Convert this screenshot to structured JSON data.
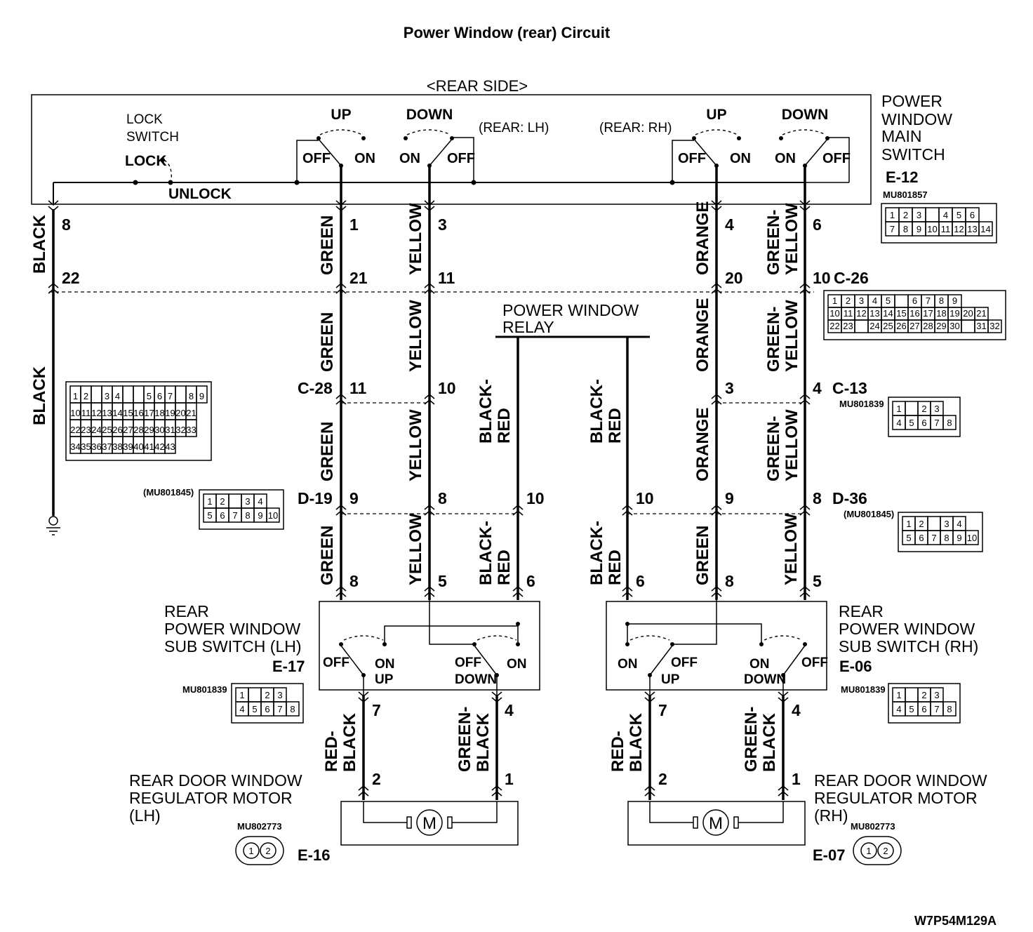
{
  "title": "Power Window (rear) Circuit",
  "doc_code": "W7P54M129A",
  "main_switch": {
    "side_label": "<REAR SIDE>",
    "name_lines": [
      "POWER",
      "WINDOW",
      "MAIN",
      "SWITCH"
    ],
    "connector": "E-12",
    "part_no": "MU801857",
    "lock_switch_lines": [
      "LOCK",
      "SWITCH"
    ],
    "lock": "LOCK",
    "unlock": "UNLOCK",
    "rear_lh": "(REAR: LH)",
    "rear_rh": "(REAR: RH)",
    "up": "UP",
    "down": "DOWN",
    "off": "OFF",
    "on": "ON",
    "pins": [
      "8",
      "1",
      "3",
      "4",
      "6"
    ]
  },
  "connectors": {
    "c26": {
      "id": "C-26",
      "pins": [
        "22",
        "21",
        "11",
        "20",
        "10"
      ]
    },
    "c28": {
      "id": "C-28",
      "pins": [
        "11",
        "10"
      ]
    },
    "c13": {
      "id": "C-13",
      "pins": [
        "3",
        "4"
      ],
      "part_no": "MU801839"
    },
    "d19": {
      "id": "D-19",
      "pins": [
        "9",
        "8"
      ],
      "part_no": "(MU801845)"
    },
    "d36": {
      "id": "D-36",
      "pins": [
        "10",
        "10",
        "9",
        "8"
      ],
      "part_no": "(MU801845)"
    }
  },
  "relay": {
    "lines": [
      "POWER WINDOW",
      "RELAY"
    ]
  },
  "wires": {
    "black": "BLACK",
    "green": "GREEN",
    "yellow": "YELLOW",
    "orange": "ORANGE",
    "green_yellow": [
      "GREEN-",
      "YELLOW"
    ],
    "black_red": [
      "BLACK-",
      "RED"
    ],
    "red_black": [
      "RED-",
      "BLACK"
    ],
    "green_black": [
      "GREEN-",
      "BLACK"
    ]
  },
  "sub_switch_lh": {
    "lines": [
      "REAR",
      "POWER WINDOW",
      "SUB SWITCH (LH)"
    ],
    "connector": "E-17",
    "part_no": "MU801839",
    "pins_top": [
      "8",
      "5",
      "6"
    ],
    "pins_bottom": [
      "7",
      "4"
    ],
    "labels": [
      "OFF",
      "ON",
      "UP",
      "OFF",
      "DOWN",
      "ON"
    ]
  },
  "sub_switch_rh": {
    "lines": [
      "REAR",
      "POWER WINDOW",
      "SUB SWITCH (RH)"
    ],
    "connector": "E-06",
    "part_no": "MU801839",
    "pins_top": [
      "6",
      "8",
      "5"
    ],
    "pins_bottom": [
      "7",
      "4"
    ],
    "labels": [
      "ON",
      "OFF",
      "UP",
      "ON",
      "DOWN",
      "OFF"
    ]
  },
  "motor_lh": {
    "lines": [
      "REAR DOOR WINDOW",
      "REGULATOR MOTOR",
      "(LH)"
    ],
    "connector": "E-16",
    "part_no": "MU802773",
    "pins": [
      "2",
      "1"
    ],
    "symbol": "M"
  },
  "motor_rh": {
    "lines": [
      "REAR DOOR WINDOW",
      "REGULATOR MOTOR",
      "(RH)"
    ],
    "connector": "E-07",
    "part_no": "MU802773",
    "pins": [
      "2",
      "1"
    ],
    "symbol": "M"
  },
  "connector_faces": {
    "e12": [
      [
        "1",
        "2",
        "3",
        "",
        "4",
        "5",
        "6"
      ],
      [
        "7",
        "8",
        "9",
        "10",
        "11",
        "12",
        "13",
        "14"
      ]
    ],
    "c26": [
      [
        "1",
        "2",
        "3",
        "4",
        "5",
        "",
        "6",
        "7",
        "8",
        "9"
      ],
      [
        "10",
        "11",
        "12",
        "13",
        "14",
        "15",
        "16",
        "17",
        "18",
        "19",
        "20",
        "21"
      ],
      [
        "22",
        "23",
        "",
        "24",
        "25",
        "26",
        "27",
        "28",
        "29",
        "30",
        "",
        "31",
        "32"
      ]
    ],
    "c28": [
      [
        "1",
        "2",
        "",
        "3",
        "4",
        "",
        "",
        "5",
        "6",
        "7",
        "",
        "8",
        "9"
      ],
      [
        "10",
        "11",
        "12",
        "13",
        "14",
        "15",
        "16",
        "17",
        "18",
        "19",
        "20",
        "21"
      ],
      [
        "22",
        "23",
        "24",
        "25",
        "26",
        "27",
        "28",
        "29",
        "30",
        "31",
        "32",
        "33"
      ],
      [
        "34",
        "35",
        "36",
        "37",
        "38",
        "39",
        "40",
        "41",
        "42",
        "43"
      ]
    ],
    "mu801839": [
      [
        "1",
        "",
        "2",
        "3"
      ],
      [
        "4",
        "5",
        "6",
        "7",
        "8"
      ]
    ],
    "mu801845": [
      [
        "1",
        "2",
        "",
        "3",
        "4"
      ],
      [
        "5",
        "6",
        "7",
        "8",
        "9",
        "10"
      ]
    ],
    "mu802773": [
      "1",
      "2"
    ]
  }
}
